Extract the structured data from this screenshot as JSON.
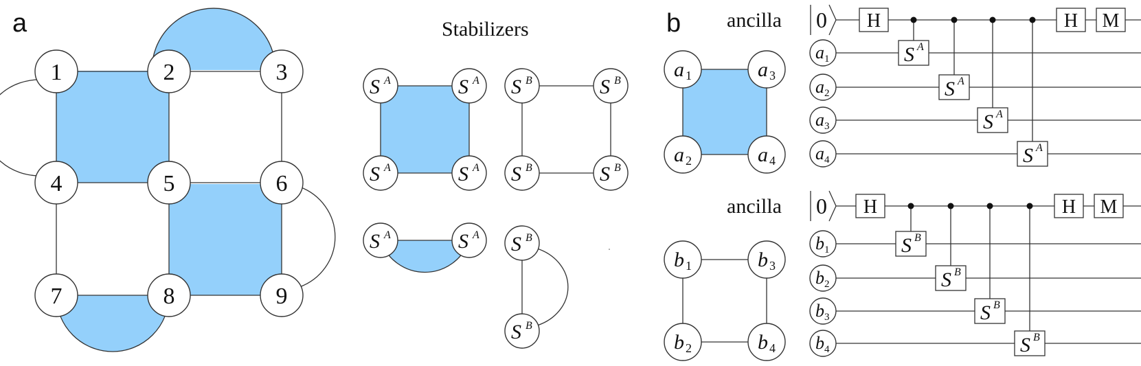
{
  "panels": {
    "a": "a",
    "b": "b"
  },
  "lattice": {
    "nodes": [
      "1",
      "2",
      "3",
      "4",
      "5",
      "6",
      "7",
      "8",
      "9"
    ]
  },
  "stabilizers": {
    "title": "Stabilizers",
    "a_base": "S",
    "a_sup": "A",
    "b_base": "S",
    "b_sup": "B"
  },
  "circuit": {
    "ancilla_label": "ancilla",
    "ket_zero": "0",
    "hadamard": "H",
    "measure": "M",
    "gate_base": "S",
    "a_sup": "A",
    "b_sup": "B",
    "qubits_a": [
      {
        "base": "a",
        "sub": "1"
      },
      {
        "base": "a",
        "sub": "2"
      },
      {
        "base": "a",
        "sub": "3"
      },
      {
        "base": "a",
        "sub": "4"
      }
    ],
    "qubits_b": [
      {
        "base": "b",
        "sub": "1"
      },
      {
        "base": "b",
        "sub": "2"
      },
      {
        "base": "b",
        "sub": "3"
      },
      {
        "base": "b",
        "sub": "4"
      }
    ],
    "plaquette_a": [
      {
        "base": "a",
        "sub": "1"
      },
      {
        "base": "a",
        "sub": "3"
      },
      {
        "base": "a",
        "sub": "2"
      },
      {
        "base": "a",
        "sub": "4"
      }
    ],
    "plaquette_b": [
      {
        "base": "b",
        "sub": "1"
      },
      {
        "base": "b",
        "sub": "3"
      },
      {
        "base": "b",
        "sub": "2"
      },
      {
        "base": "b",
        "sub": "4"
      }
    ]
  },
  "colors": {
    "fill": "#94d0fb",
    "stroke": "#333333"
  }
}
